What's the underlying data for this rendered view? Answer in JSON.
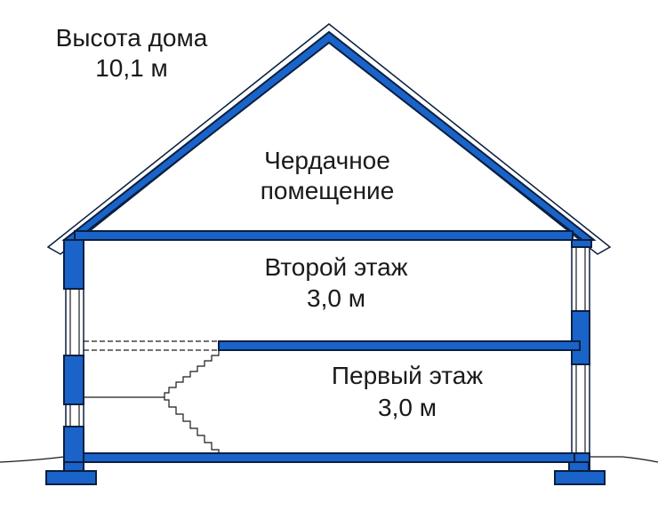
{
  "colors": {
    "structure": "#1a63c9",
    "outline": "#0a1f40",
    "text": "#1a1a1a"
  },
  "labels": {
    "house_height_title": "Высота дома",
    "house_height_value": "10,1 м",
    "attic_line1": "Чердачное",
    "attic_line2": "помещение",
    "second_floor_name": "Второй этаж",
    "second_floor_height": "3,0 м",
    "first_floor_name": "Первый этаж",
    "first_floor_height": "3,0 м"
  }
}
